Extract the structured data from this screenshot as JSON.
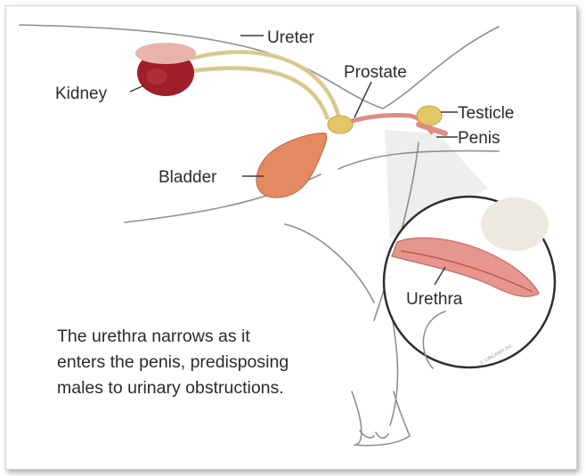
{
  "labels": {
    "ureter": "Ureter",
    "kidney": "Kidney",
    "prostate": "Prostate",
    "testicle": "Testicle",
    "penis": "Penis",
    "bladder": "Bladder",
    "urethra": "Urethra"
  },
  "caption": [
    "The urethra narrows as it",
    "enters the penis, predisposing",
    "males to urinary obstructions."
  ],
  "copyright": "© LifeLearn Inc.",
  "colors": {
    "kidney": "#9e1f2a",
    "kidney_top": "#e8b3ad",
    "bladder": "#e48a63",
    "ureter": "#e0d39f",
    "prostate": "#e3c766",
    "penis": "#e08b84",
    "outline": "#8f8f8f"
  }
}
